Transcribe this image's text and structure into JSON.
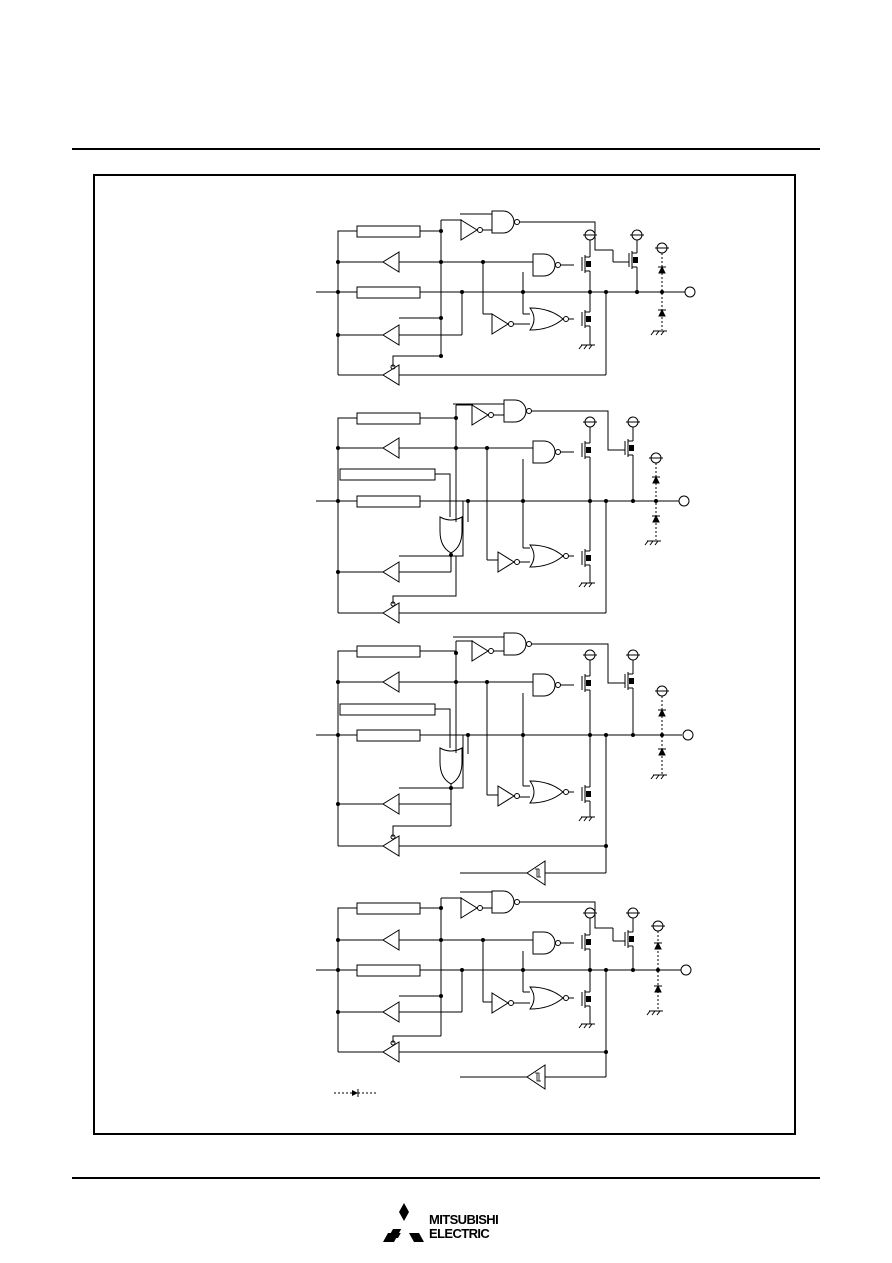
{
  "header": {
    "title": ""
  },
  "figure": {
    "caption": "",
    "legend_label": ""
  },
  "blocks": [
    {
      "id": "port-1",
      "label": ""
    },
    {
      "id": "port-2",
      "label": ""
    },
    {
      "id": "port-3",
      "label": ""
    },
    {
      "id": "port-4",
      "label": ""
    }
  ],
  "footer": {
    "brand_line1": "MITSUBISHI",
    "brand_line2": "ELECTRIC",
    "logo_icon": "three-diamond-logo-icon"
  }
}
